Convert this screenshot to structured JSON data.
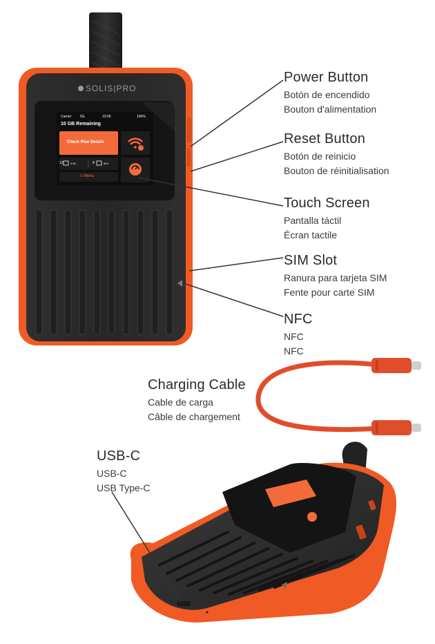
{
  "device": {
    "brand_logo": "SOLIS|PRO",
    "screen": {
      "carrier": "Carrier",
      "network": "5G",
      "time": "10:00",
      "battery": "100%",
      "remaining": "10 GB Remaining",
      "check_plan": "Check Plan Details",
      "stat_left": "12",
      "stat_left_unit": "4.6h",
      "stat_right": "8",
      "stat_right_unit": "5Hz",
      "menu": "Menu"
    }
  },
  "callouts": {
    "power": {
      "title": "Power Button",
      "line1": "Botón de encendido",
      "line2": "Bouton d'alimentation"
    },
    "reset": {
      "title": "Reset Button",
      "line1": "Botón de reinicio",
      "line2": "Bouton de réinitialisation"
    },
    "touch": {
      "title": "Touch Screen",
      "line1": "Pantalla táctil",
      "line2": "Écran tactile"
    },
    "sim": {
      "title": "SIM Slot",
      "line1": "Ranura para tarjeta SIM",
      "line2": "Fente pour carte SIM"
    },
    "nfc": {
      "title": "NFC",
      "line1": "NFC",
      "line2": "NFC"
    },
    "cable": {
      "title": "Charging Cable",
      "line1": "Cable de carga",
      "line2": "Câble de chargement"
    },
    "usbc": {
      "title": "USB-C",
      "line1": "USB-C",
      "line2": "USB Type-C"
    }
  },
  "colors": {
    "bumper": "#f05a24",
    "body": "#2b2b2b",
    "screen_bg": "#111111",
    "accent_orange": "#f36b3b",
    "cable": "#e04d2a",
    "leader_line": "#333333"
  }
}
